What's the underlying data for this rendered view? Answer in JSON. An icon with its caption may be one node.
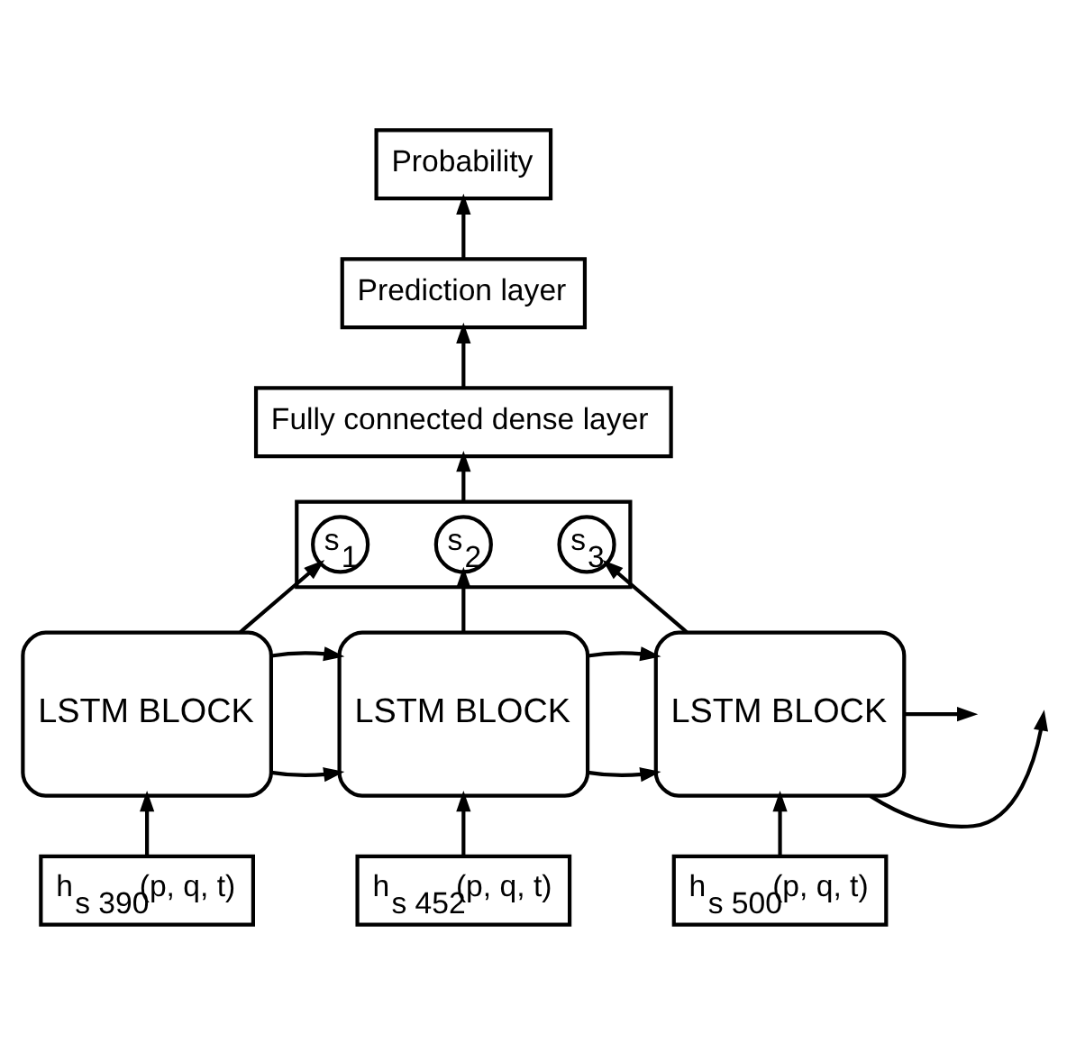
{
  "diagram": {
    "nodes": [
      {
        "text": [
          "Probability"
        ]
      },
      {
        "text": [
          "Prediction layer"
        ]
      },
      {
        "text": [
          "Fully connected dense layer"
        ]
      },
      {
        "text": [],
        "shape": "box"
      },
      {
        "text": [
          "s$_{1}$"
        ],
        "in": 3
      },
      {
        "text": [
          "s$_{2}$"
        ],
        "in": 3
      },
      {
        "text": [
          "s$_{3}$"
        ],
        "in": 3
      },
      {
        "text": [
          "LSTM BLOCK"
        ]
      },
      {
        "text": [
          "LSTM BLOCK"
        ]
      },
      {
        "text": [
          "LSTM BLOCK"
        ]
      },
      {
        "text": [
          "h$_{s 390}$(p, q, t)"
        ]
      },
      {
        "text": [
          "h$_{s 452}$(p, q, t)"
        ]
      },
      {
        "text": [
          "h$_{s 500}$(p, q, t)"
        ]
      }
    ],
    "edges": [
      {
        "from": 1,
        "to": 0,
        "arrow": "to"
      },
      {
        "from": 2,
        "to": 1,
        "arrow": "to"
      },
      {
        "from": 3,
        "to": 2,
        "arrow": "to"
      },
      {
        "from": 7,
        "to": 4,
        "arrow": "to"
      },
      {
        "from": 8,
        "to": 5,
        "arrow": "to"
      },
      {
        "from": 9,
        "to": 6,
        "arrow": "to"
      },
      {
        "from": 7,
        "to": 8,
        "arrow": "to"
      },
      {
        "from": 7,
        "to": 8,
        "arrow": "to"
      },
      {
        "from": 8,
        "to": 9,
        "arrow": "to"
      },
      {
        "from": 8,
        "to": 9,
        "arrow": "to"
      },
      {
        "from": 9,
        "to": null,
        "arrow": "to"
      },
      {
        "from": 9,
        "to": null,
        "arrow": "to"
      },
      {
        "from": 10,
        "to": 7,
        "arrow": "to"
      },
      {
        "from": 11,
        "to": 8,
        "arrow": "to"
      },
      {
        "from": 12,
        "to": 9,
        "arrow": "to"
      }
    ]
  }
}
